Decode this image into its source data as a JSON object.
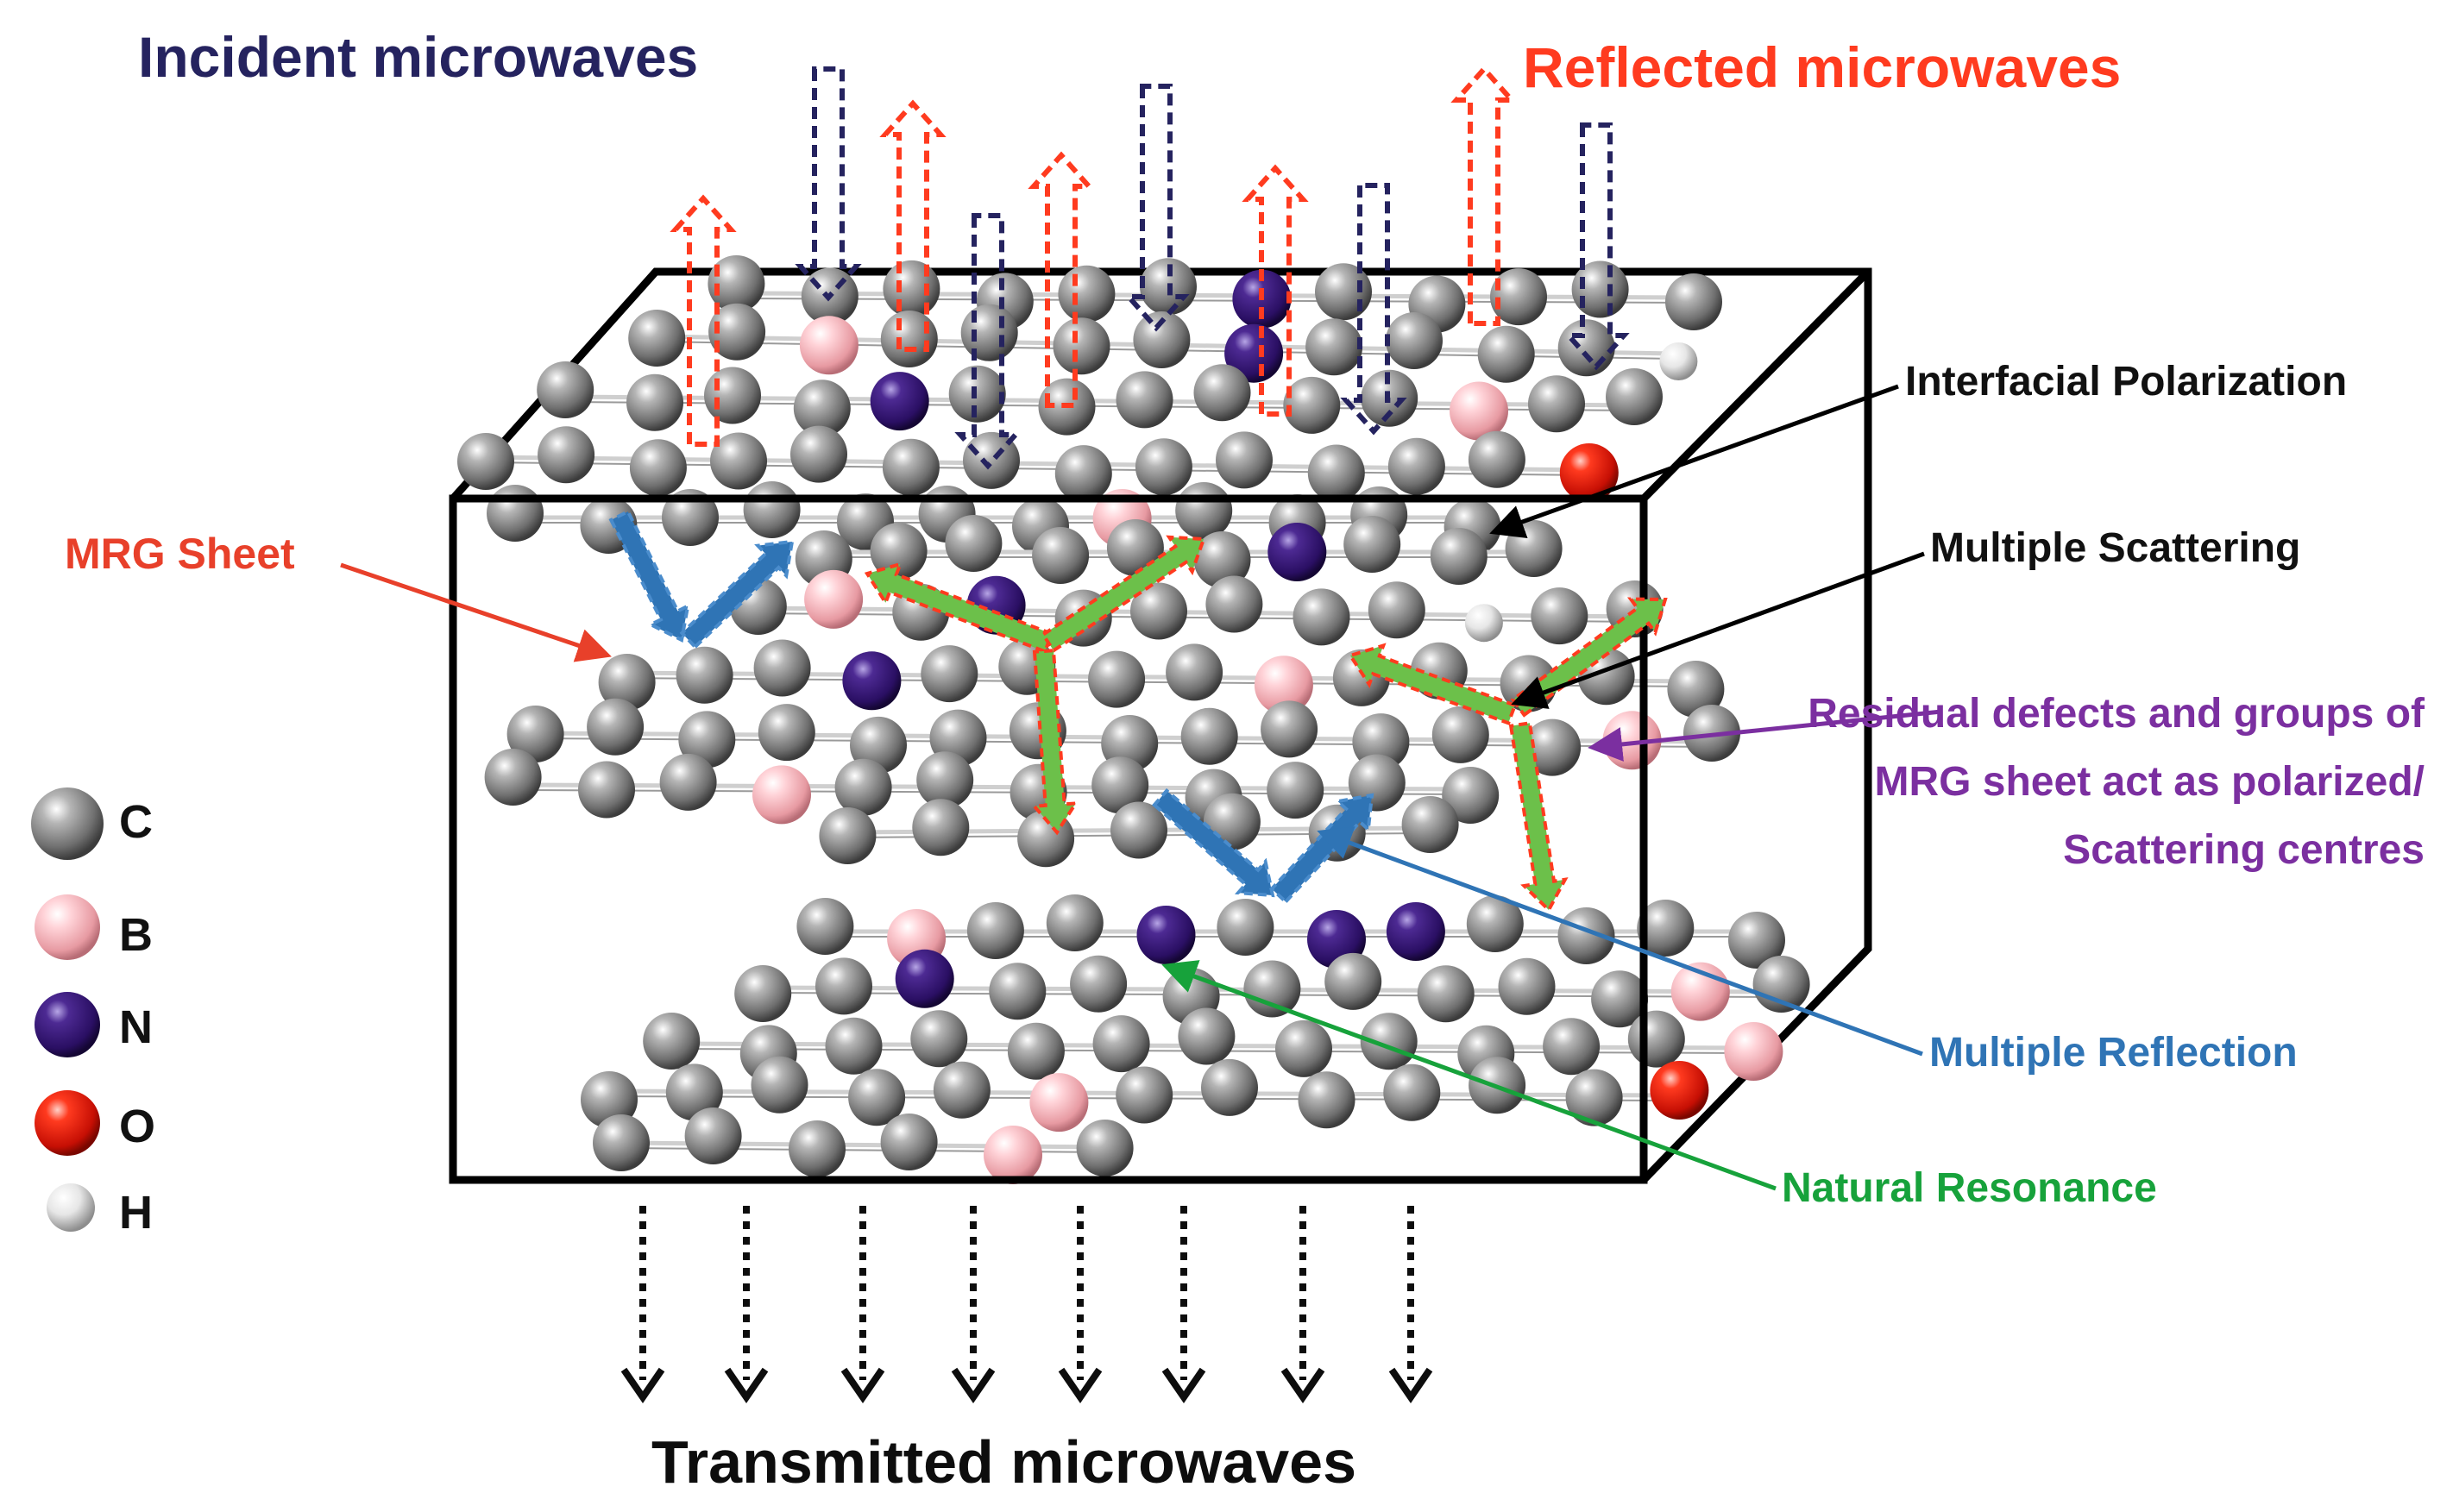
{
  "labels": {
    "incident": "Incident microwaves",
    "reflected": "Reflected microwaves",
    "transmitted": "Transmitted microwaves",
    "mrg_sheet": "MRG Sheet",
    "interfacial": "Interfacial Polarization",
    "scattering": "Multiple Scattering",
    "residual": "Residual defects and groups of MRG sheet act as polarized/ Scattering centres",
    "reflection": "Multiple Reflection",
    "resonance": "Natural Resonance"
  },
  "legend": [
    {
      "symbol": "C",
      "color": "#7a7a7a",
      "icon": "carbon-atom-icon"
    },
    {
      "symbol": "B",
      "color": "#f4b6bc",
      "icon": "boron-atom-icon"
    },
    {
      "symbol": "N",
      "color": "#3d1a7a",
      "icon": "nitrogen-atom-icon"
    },
    {
      "symbol": "O",
      "color": "#e11b0c",
      "icon": "oxygen-atom-icon"
    },
    {
      "symbol": "H",
      "color": "#e6e6e6",
      "icon": "hydrogen-atom-icon"
    }
  ],
  "colors": {
    "incident": "#25235f",
    "reflected": "#ff3b1f",
    "transmitted": "#0d0d0d",
    "mrg_pointer": "#e8402a",
    "residual_pointer": "#7b2fa0",
    "reflection": "#2f74b5",
    "resonance": "#17a23b",
    "scattering_arrow_fill": "#6cc04a",
    "scattering_arrow_stroke": "#ff3b1f",
    "box": "#000000"
  }
}
